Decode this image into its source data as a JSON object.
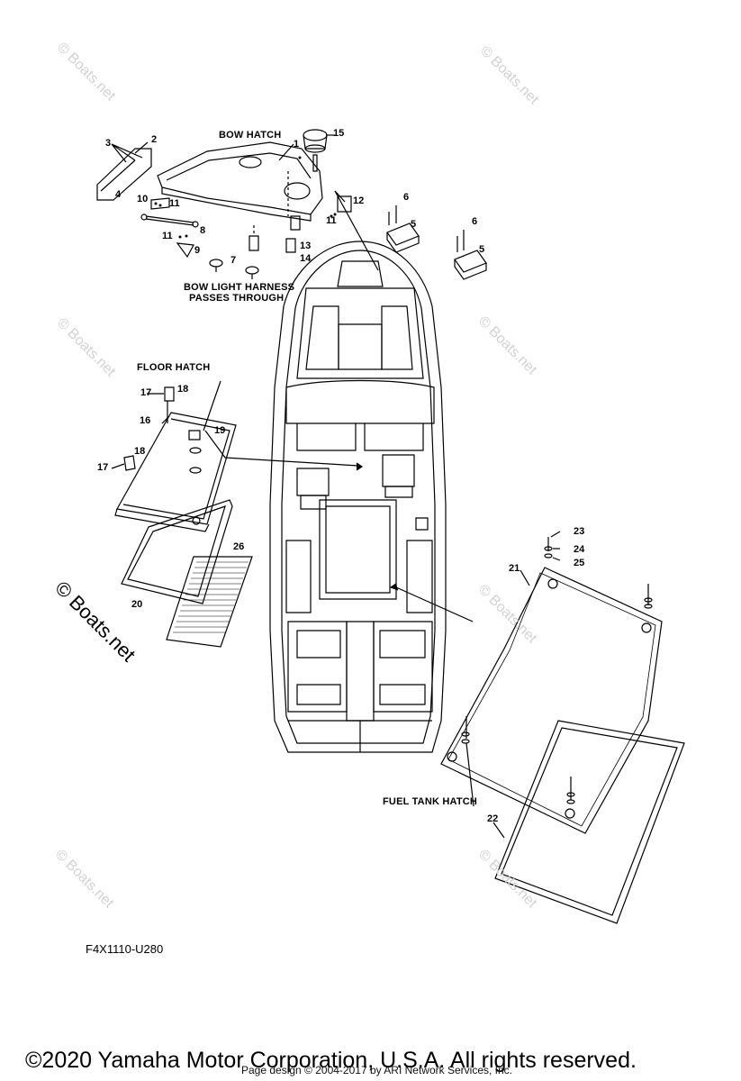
{
  "sections": {
    "bow_hatch": "BOW HATCH",
    "floor_hatch": "FLOOR HATCH",
    "fuel_tank_hatch": "FUEL TANK HATCH",
    "bow_light_note_line1": "BOW LIGHT HARNESS",
    "bow_light_note_line2": "PASSES THROUGH"
  },
  "callouts": {
    "c1": "1",
    "c2": "2",
    "c3": "3",
    "c4": "4",
    "c5a": "5",
    "c5b": "5",
    "c6a": "6",
    "c6b": "6",
    "c7": "7",
    "c8": "8",
    "c9": "9",
    "c10": "10",
    "c11a": "11",
    "c11b": "11",
    "c11c": "11",
    "c12": "12",
    "c13": "13",
    "c14": "14",
    "c15": "15",
    "c16": "16",
    "c17a": "17",
    "c17b": "17",
    "c18a": "18",
    "c18b": "18",
    "c19": "19",
    "c20": "20",
    "c21": "21",
    "c22": "22",
    "c23": "23",
    "c24": "24",
    "c25": "25",
    "c26": "26"
  },
  "watermark": "© Boats.net",
  "diagram_code": "F4X1110-U280",
  "copyright": "©2020 Yamaha Motor Corporation, U.S.A. All rights reserved.",
  "page_design": "Page design © 2004-2017 by ARI Network Services, Inc."
}
